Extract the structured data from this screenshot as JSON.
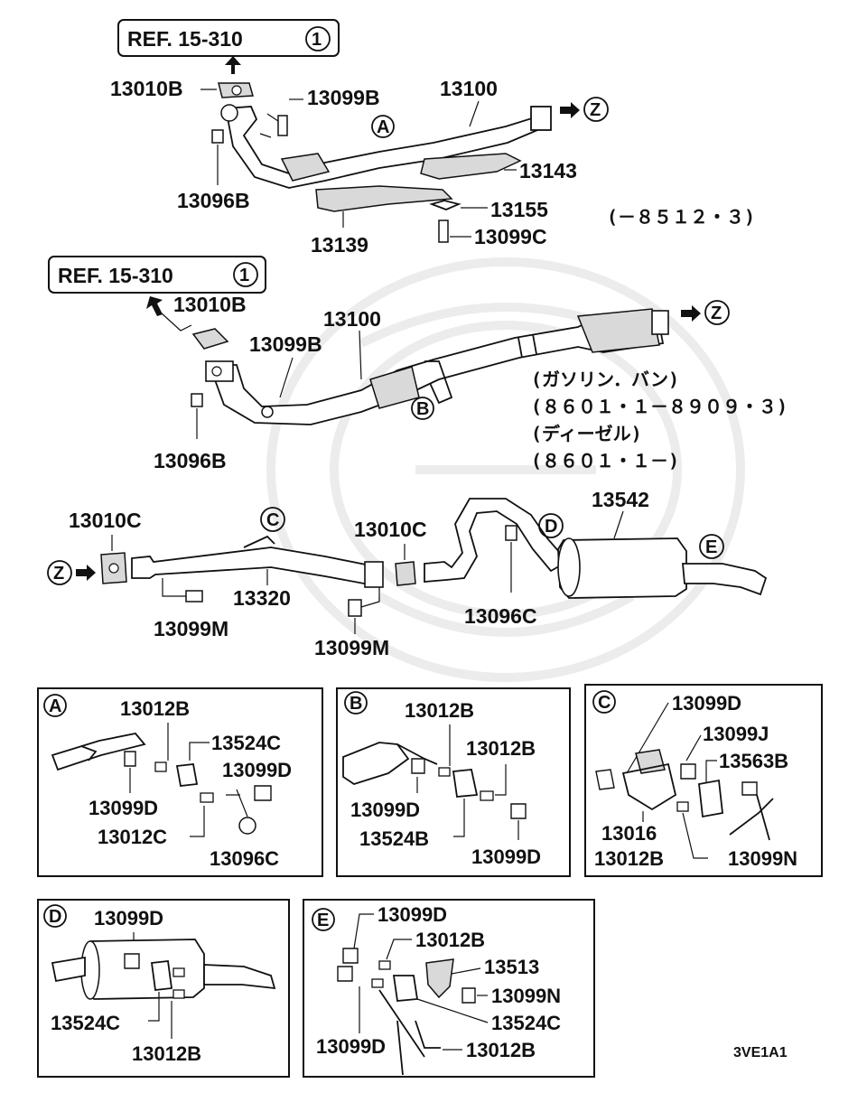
{
  "refs": [
    "REF. 15-310",
    "REF. 15-310"
  ],
  "ref_circle": "1",
  "labels_top": {
    "p13010B": "13010B",
    "p13099B": "13099B",
    "p13100": "13100",
    "z": "Z",
    "a": "A",
    "p13143": "13143",
    "p13096B": "13096B",
    "p13155": "13155",
    "p13139": "13139",
    "p13099C": "13099C",
    "date": "(－８５１２・３)"
  },
  "labels_mid": {
    "p13010B": "13010B",
    "p13100": "13100",
    "z": "Z",
    "p13099B": "13099B",
    "b": "B",
    "p13096B": "13096B",
    "note1": "(ガソリン．バン)",
    "note2": "(８６０１・１－８９０９・３)",
    "note3": "(ディーゼル)",
    "note4": "(８６０１・１－)"
  },
  "labels_low": {
    "p13010C_a": "13010C",
    "c": "C",
    "p13010C_b": "13010C",
    "d": "D",
    "p13542": "13542",
    "z": "Z",
    "e": "E",
    "p13320": "13320",
    "p13096C": "13096C",
    "p13099M_a": "13099M",
    "p13099M_b": "13099M"
  },
  "box_a": {
    "tag": "A",
    "l1": "13012B",
    "l2": "13524C",
    "l3": "13099D",
    "l4": "13099D",
    "l5": "13012C",
    "l6": "13096C"
  },
  "box_b": {
    "tag": "B",
    "l1": "13012B",
    "l2": "13012B",
    "l3": "13099D",
    "l4": "13524B",
    "l5": "13099D"
  },
  "box_c": {
    "tag": "C",
    "l1": "13099D",
    "l2": "13099J",
    "l3": "13563B",
    "l4": "13016",
    "l5": "13012B",
    "l6": "13099N"
  },
  "box_d": {
    "tag": "D",
    "l1": "13099D",
    "l2": "13524C",
    "l3": "13012B"
  },
  "box_e": {
    "tag": "E",
    "l1": "13099D",
    "l2": "13012B",
    "l3": "13513",
    "l4": "13099N",
    "l5": "13524C",
    "l6": "13099D",
    "l7": "13012B"
  },
  "code": "3VE1A1"
}
